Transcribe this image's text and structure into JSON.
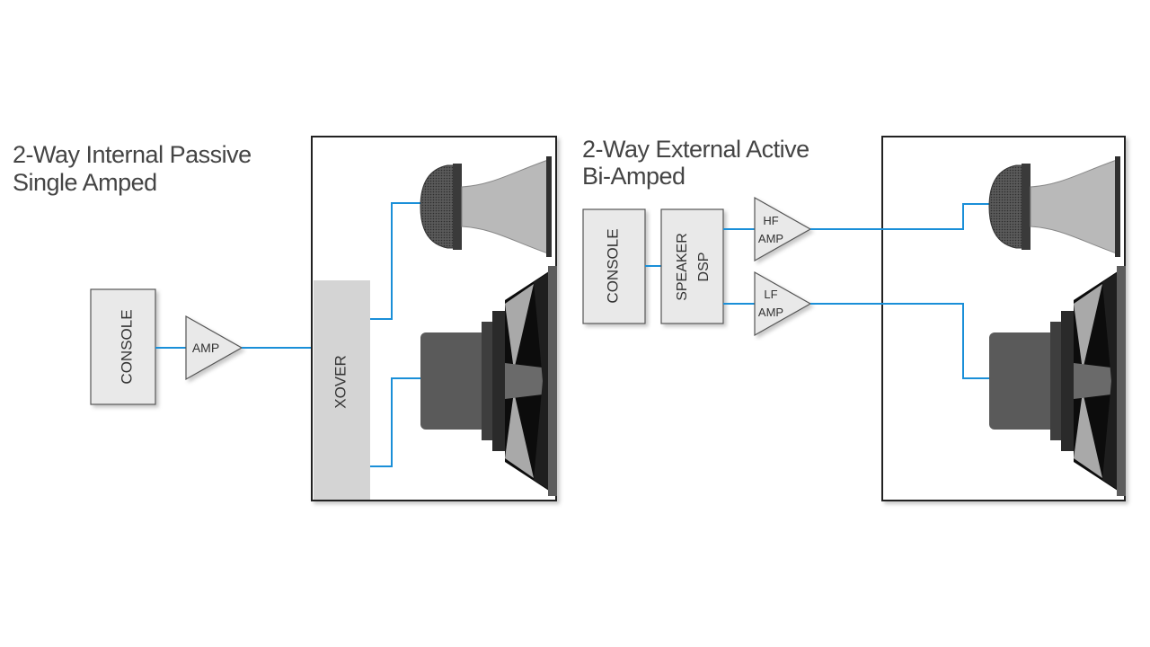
{
  "colors": {
    "wire": "#1a8fd8",
    "box_border": "#222222",
    "block_fill": "#e9e9e9",
    "xover_fill": "#d4d4d4",
    "driver_dark": "#4a4a4a",
    "driver_black": "#111111",
    "horn_gray": "#b9b9b9"
  },
  "passive": {
    "title_line1": "2-Way Internal Passive",
    "title_line2": "Single Amped",
    "console": "CONSOLE",
    "amp": "AMP",
    "xover": "XOVER"
  },
  "active": {
    "title_line1": "2-Way External Active",
    "title_line2": "Bi-Amped",
    "console": "CONSOLE",
    "dsp_line1": "SPEAKER",
    "dsp_line2": "DSP",
    "hf_line1": "HF",
    "hf_line2": "AMP",
    "lf_line1": "LF",
    "lf_line2": "AMP"
  }
}
